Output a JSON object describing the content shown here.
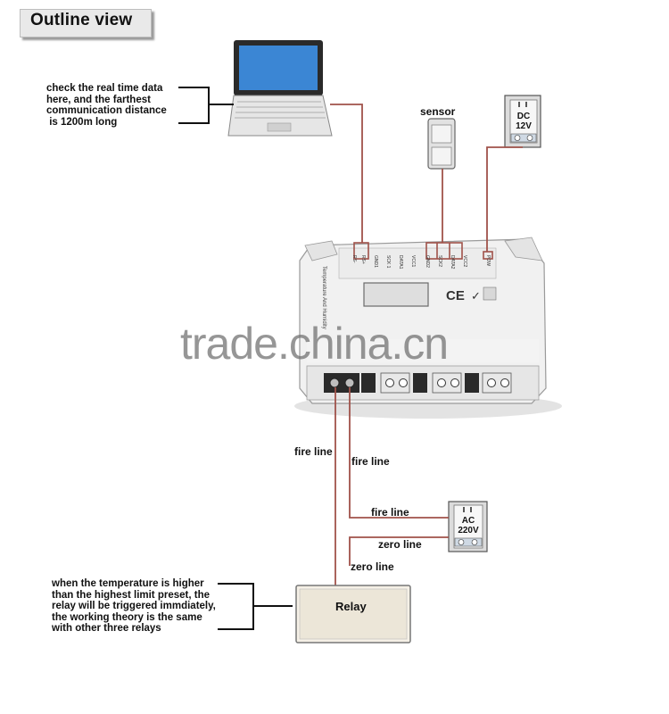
{
  "title": "Outline view",
  "laptop_note": "check the real time data\nhere, and the farthest\ncommunication distance\n is 1200m long",
  "relay_note": "when the temperature is higher\nthan the highest limit preset, the\nrelay will be triggered immdiately,\nthe working theory is the same\nwith other three relays",
  "sensor_label": "sensor",
  "dc_power": {
    "line1": "DC",
    "line2": "12V"
  },
  "ac_power": {
    "line1": "AC",
    "line2": "220V"
  },
  "relay_label": "Relay",
  "wires": {
    "fire_line_1": "fire line",
    "fire_line_2": "fire line",
    "fire_line_3": "fire line",
    "zero_line_1": "zero line",
    "zero_line_2": "zero line"
  },
  "device": {
    "ports": [
      "RS-",
      "RS+",
      "GND1",
      "SCK 1",
      "DATA1",
      "VCC1",
      "GND2",
      "SCK2",
      "DATA2",
      "VCC2",
      "POW"
    ],
    "marks": [
      "CE",
      "✓"
    ],
    "side_title": "Temperature And Humidity"
  },
  "watermark": "trade.china.cn",
  "colors": {
    "wire": "#a0524a",
    "bracket": "#111111",
    "device_body": "#f0f0f0",
    "screen": "#4a8fcf"
  }
}
